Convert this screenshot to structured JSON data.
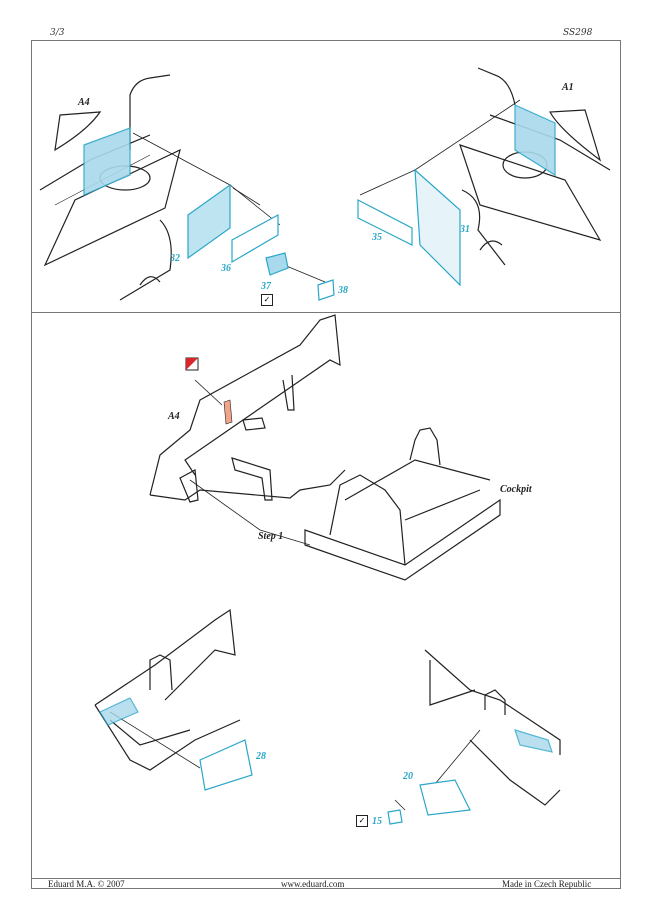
{
  "header": {
    "page": "3/3",
    "code": "SS298"
  },
  "footer": {
    "copyright": "Eduard M.A. © 2007",
    "website": "www.eduard.com",
    "origin": "Made in Czech Republic"
  },
  "top_panel": {
    "left_part_label": "A4",
    "right_part_label": "A1",
    "parts": [
      "32",
      "36",
      "37",
      "38",
      "35",
      "31"
    ]
  },
  "middle_panel": {
    "part_label": "A4",
    "cockpit_label": "Cockpit",
    "step_label": "Step 1"
  },
  "bottom_panel": {
    "parts": [
      "28",
      "20",
      "15"
    ]
  },
  "colors": {
    "etch_blue": "#2aa6c8",
    "etch_fill": "#a9d9ec",
    "paint_red": "#d9262b",
    "paint_flesh": "#f0a58a"
  }
}
